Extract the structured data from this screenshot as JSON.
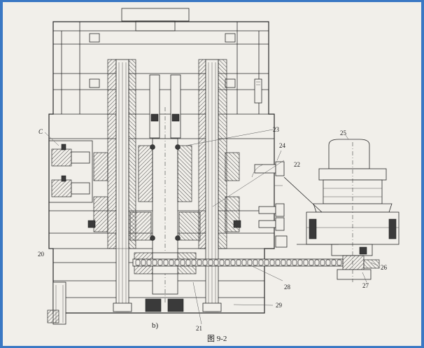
{
  "figure": {
    "sub_label": "b)",
    "caption": "图  9-2"
  },
  "callouts": [
    "C",
    "20",
    "21",
    "22",
    "23",
    "24",
    "25",
    "26",
    "27",
    "28",
    "29"
  ]
}
